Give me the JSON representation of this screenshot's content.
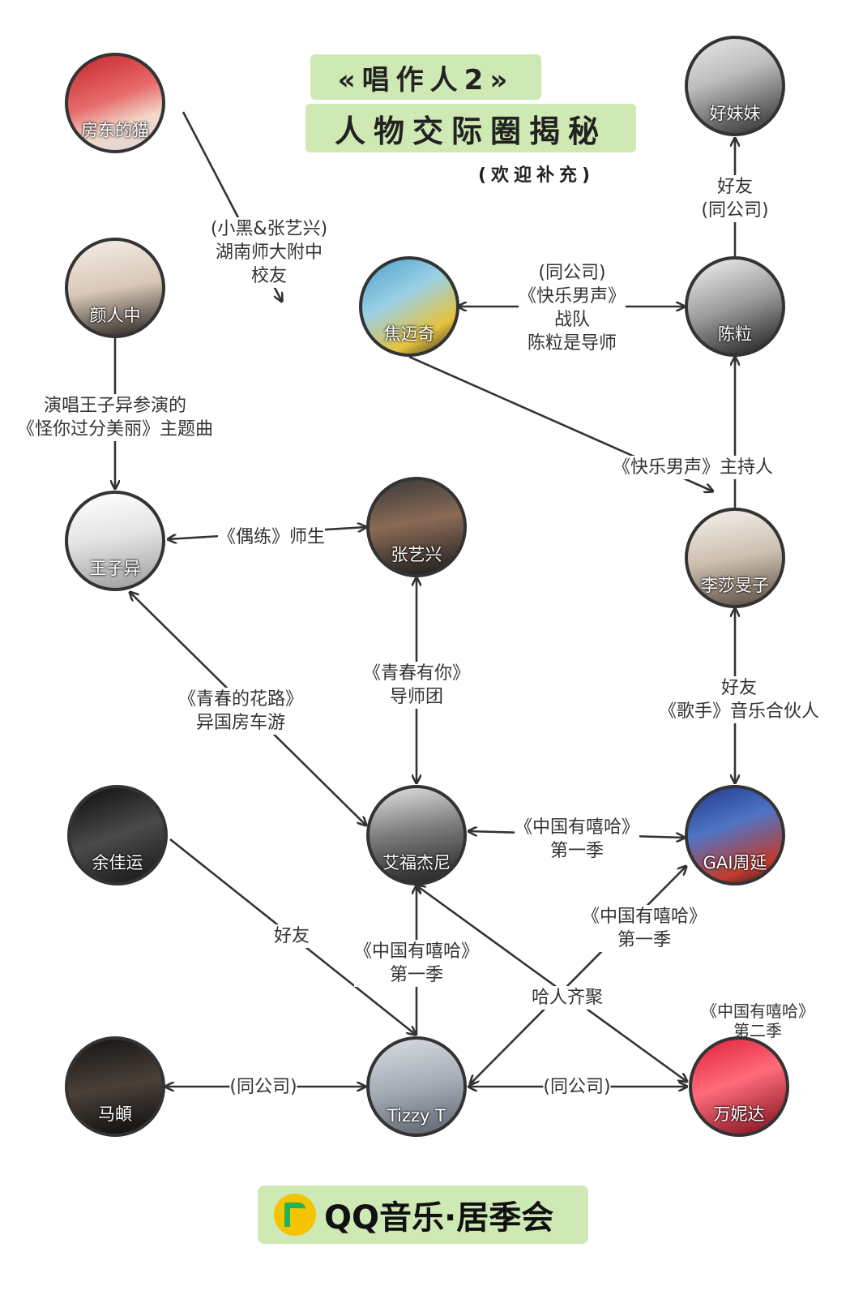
{
  "title": {
    "line1": "«唱作人2»",
    "line2": "人物交际圈揭秘",
    "note": "(欢迎补充)"
  },
  "footer": {
    "brand": "QQ音乐·居季会",
    "logo_icon": "qq-music-note-icon"
  },
  "colors": {
    "accent": "#cfe9b5",
    "stroke": "#333333"
  },
  "nodes": [
    {
      "id": "fangdong",
      "name": "房东的猫",
      "bg": "linear-gradient(160deg,#c4262b 0%,#e86a6a 45%,#f2d7c9 70%,#d9d9d9 100%)"
    },
    {
      "id": "haomeimei",
      "name": "好妹妹",
      "bg": "linear-gradient(160deg,#e8e8e8 0%,#bdbdbd 40%,#2b2b2b 100%)"
    },
    {
      "id": "yanrenzhong",
      "name": "颜人中",
      "bg": "linear-gradient(170deg,#f4ede6 0%,#d9c8b8 50%,#2a2520 100%)"
    },
    {
      "id": "jiaomaiqi",
      "name": "焦迈奇",
      "bg": "linear-gradient(150deg,#4ea0c9 0%,#9ad0e6 40%,#e6c23a 75%,#2c2c2c 100%)"
    },
    {
      "id": "chenli",
      "name": "陈粒",
      "bg": "linear-gradient(160deg,#f2f2f2 0%,#9a9a9a 50%,#1a1a1a 100%)"
    },
    {
      "id": "wangziyi",
      "name": "王子异",
      "bg": "linear-gradient(170deg,#ffffff 0%,#e5e5e5 45%,#9c9c9c 100%)"
    },
    {
      "id": "zhangyixing",
      "name": "张艺兴",
      "bg": "linear-gradient(170deg,#3a3a3a 0%,#8a6a55 45%,#1c1c1c 100%)"
    },
    {
      "id": "lishaminzi",
      "name": "李莎旻子",
      "bg": "linear-gradient(170deg,#f4f1ec 0%,#cdbfb0 50%,#5a4c40 100%)"
    },
    {
      "id": "yujiayun",
      "name": "余佳运",
      "bg": "linear-gradient(160deg,#0d0d0d 0%,#4a4a4a 50%,#151515 100%)"
    },
    {
      "id": "aifujieni",
      "name": "艾福杰尼",
      "bg": "linear-gradient(170deg,#e2e2e2 0%,#7d7d7d 45%,#202020 100%)"
    },
    {
      "id": "gai",
      "name": "GAI周延",
      "bg": "linear-gradient(160deg,#1e3a8c 0%,#4f74c4 40%,#c23b2e 80%,#222 100%)"
    },
    {
      "id": "mayun",
      "name": "马頔",
      "bg": "linear-gradient(170deg,#151515 0%,#4a4038 50%,#0d0d0d 100%)"
    },
    {
      "id": "tizzy",
      "name": "Tizzy T",
      "bg": "linear-gradient(170deg,#d8dce2 0%,#a5acb5 50%,#5d6470 100%)"
    },
    {
      "id": "wannida",
      "name": "万妮达",
      "bg": "linear-gradient(160deg,#e0203a 0%,#ff6b7a 45%,#7a0e1c 100%)"
    }
  ],
  "edges": [
    {
      "from": "fangdong",
      "to": "zhangyixing",
      "label": [
        "(小黑&张艺兴)",
        "湖南师大附中",
        "校友"
      ]
    },
    {
      "from": "haomeimei",
      "to": "chenli",
      "label": [
        "好友",
        "(同公司)"
      ]
    },
    {
      "from": "jiaomaiqi",
      "to": "chenli",
      "label": [
        "(同公司)",
        "《快乐男声》",
        "战队",
        "陈粒是导师"
      ]
    },
    {
      "from": "yanrenzhong",
      "to": "wangziyi",
      "label": [
        "演唱王子异参演的",
        "《怪你过分美丽》主题曲"
      ]
    },
    {
      "from": "jiaomaiqi",
      "to": "lishaminzi",
      "label": [
        "《快乐男声》主持人"
      ]
    },
    {
      "from": "chenli",
      "to": "lishaminzi",
      "label": []
    },
    {
      "from": "wangziyi",
      "to": "zhangyixing",
      "label": [
        "《偶练》师生"
      ]
    },
    {
      "from": "lishaminzi",
      "to": "gai",
      "label": [
        "好友",
        "《歌手》音乐合伙人"
      ]
    },
    {
      "from": "zhangyixing",
      "to": "aifujieni",
      "label": [
        "《青春有你》",
        "导师团"
      ]
    },
    {
      "from": "wangziyi",
      "to": "aifujieni",
      "label": [
        "《青春的花路》",
        "异国房车游"
      ]
    },
    {
      "from": "aifujieni",
      "to": "gai",
      "label": [
        "《中国有嘻哈》",
        "第一季"
      ]
    },
    {
      "from": "yujiayun",
      "to": "tizzy",
      "label": [
        "好友"
      ]
    },
    {
      "from": "aifujieni",
      "to": "tizzy",
      "label": [
        "《中国有嘻哈》",
        "第一季"
      ]
    },
    {
      "from": "gai",
      "to": "tizzy",
      "label": [
        "《中国有嘻哈》",
        "第一季"
      ]
    },
    {
      "from": "aifujieni",
      "to": "wannida",
      "label": [
        "哈人齐聚"
      ]
    },
    {
      "from": "mayun",
      "to": "tizzy",
      "label": [
        "(同公司)"
      ]
    },
    {
      "from": "tizzy",
      "to": "wannida",
      "label": [
        "(同公司)"
      ]
    },
    {
      "from": "wannida",
      "to": "wannida",
      "label": [
        "《中国有嘻哈》",
        "第二季"
      ]
    }
  ]
}
